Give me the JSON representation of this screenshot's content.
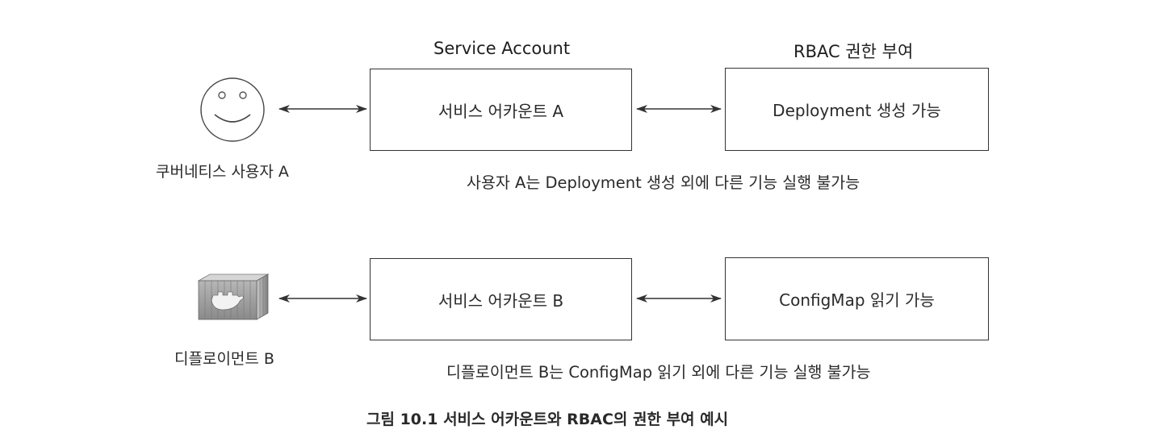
{
  "headers": {
    "service_account": "Service Account",
    "rbac": "RBAC 권한 부여"
  },
  "row_a": {
    "actor_label": "쿠버네티스 사용자 A",
    "actor_icon": "smiley-face-icon",
    "service_account": "서비스 어카운트 A",
    "permission": "Deployment 생성 가능",
    "note": "사용자 A는 Deployment 생성 외에 다른 기능 실행 불가능"
  },
  "row_b": {
    "actor_label": "디플로이먼트 B",
    "actor_icon": "docker-container-icon",
    "service_account": "서비스 어카운트 B",
    "permission": "ConfigMap 읽기 가능",
    "note": "디플로이먼트 B는 ConfigMap 읽기 외에 다른 기능 실행 불가능"
  },
  "caption": "그림 10.1 서비스 어카운트와 RBAC의 권한 부여 예시"
}
